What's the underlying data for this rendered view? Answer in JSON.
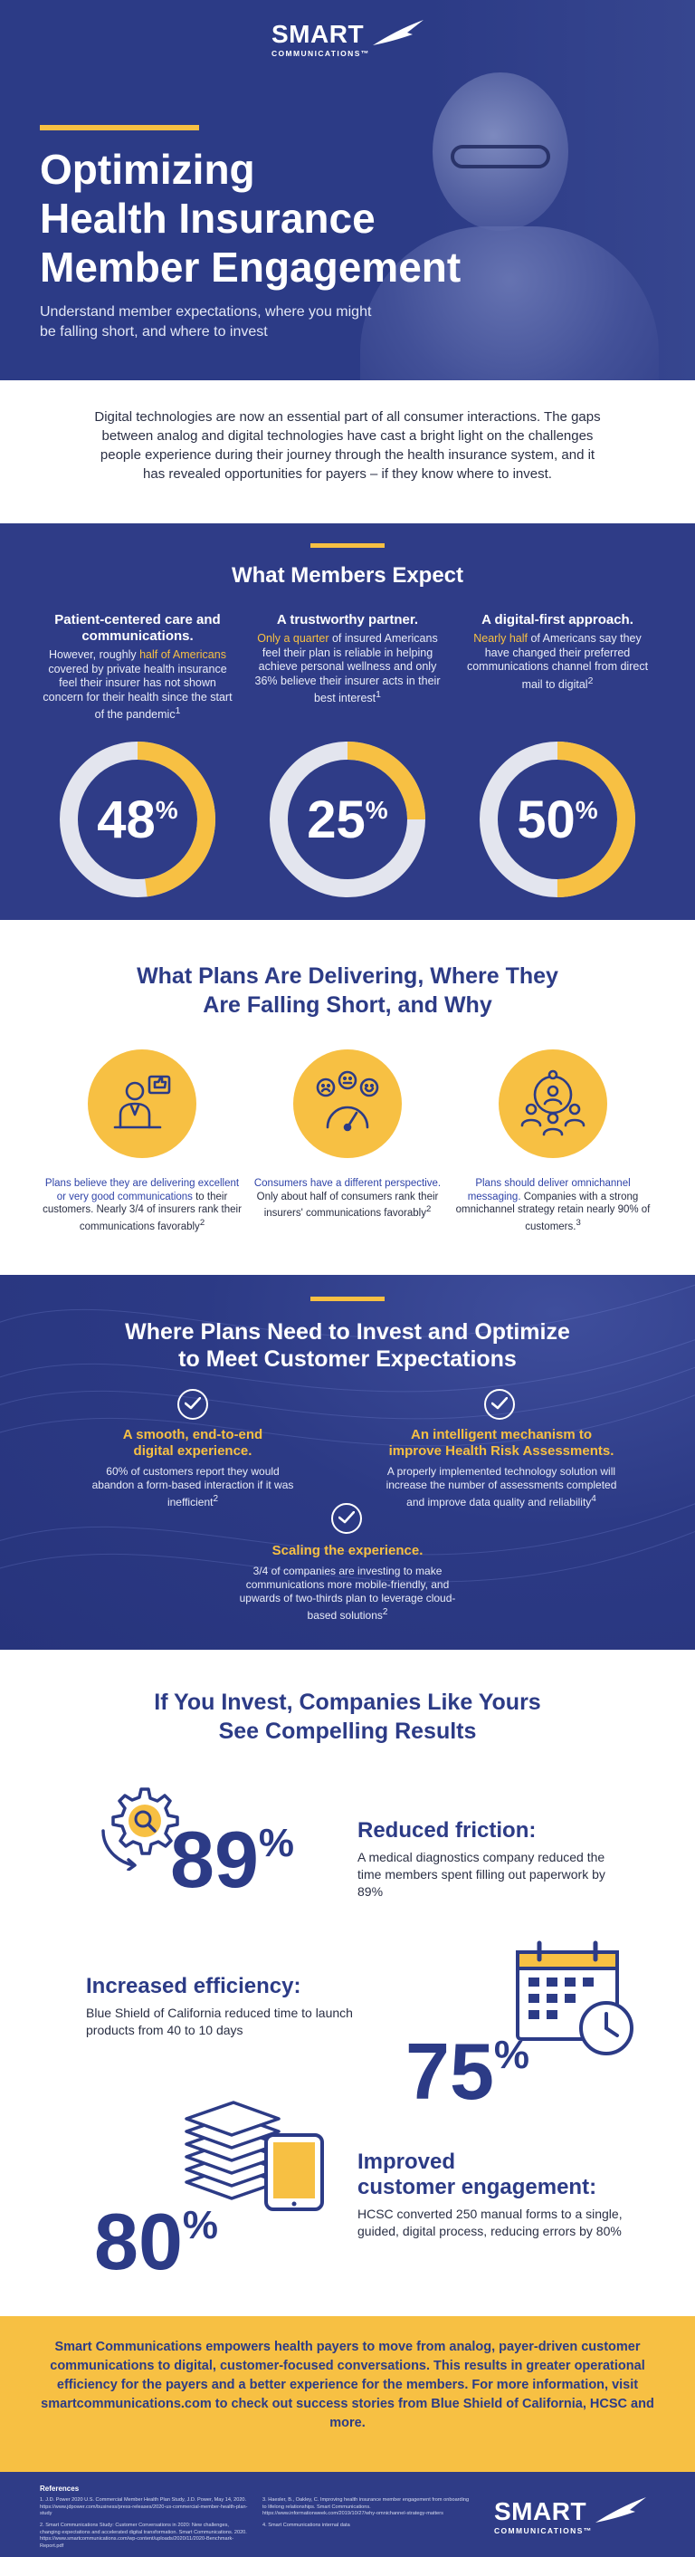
{
  "brand": {
    "logo_word": "SMART",
    "logo_sub": "COMMUNICATIONS™",
    "accent": "#f7c043",
    "navy": "#2c3b86"
  },
  "hero": {
    "title_line1": "Optimizing",
    "title_line2": "Health Insurance",
    "title_line3": "Member Engagement",
    "subtitle": "Understand member expectations, where you might be falling short, and where to invest"
  },
  "intro": {
    "text": "Digital technologies are now an essential part of all consumer interactions. The gaps between analog and digital technologies have cast a bright light on the challenges people experience during their journey through the health insurance system, and it has revealed opportunities for payers – if they know where to invest."
  },
  "expect": {
    "title": "What Members Expect",
    "columns": [
      {
        "heading": "Patient-centered care and communications.",
        "pre": "However, roughly ",
        "highlight": "half of Americans",
        "post": " covered by private health insurance feel their insurer has not shown concern for their health since the start of the pandemic",
        "ref": "1",
        "percent": 48,
        "percent_label": "48",
        "percent_sign": "%"
      },
      {
        "heading": "A trustworthy partner.",
        "pre": "",
        "highlight": "Only a quarter",
        "post": " of insured Americans feel their plan is reliable in helping achieve personal wellness and only 36% believe their insurer acts in their best interest",
        "ref": "1",
        "percent": 25,
        "percent_label": "25",
        "percent_sign": "%"
      },
      {
        "heading": "A digital-first approach.",
        "pre": "",
        "highlight": "Nearly half",
        "post": " of Americans say they have changed their preferred communications channel from direct mail to digital",
        "ref": "2",
        "percent": 50,
        "percent_label": "50",
        "percent_sign": "%"
      }
    ]
  },
  "deliver": {
    "title_line1": "What Plans Are Delivering, Where They",
    "title_line2": "Are Falling Short, and Why",
    "items": [
      {
        "icon": "presenter-thumbs-up-icon",
        "blue": "Plans believe they are delivering excellent or very good communications",
        "rest": " to their customers. Nearly 3/4 of insurers rank their communications favorably",
        "ref": "2"
      },
      {
        "icon": "sentiment-gauge-icon",
        "blue": "Consumers have a different perspective.",
        "rest": " Only about half of consumers rank their insurers' communications favorably",
        "ref": "2"
      },
      {
        "icon": "omnichannel-person-icon",
        "blue": "Plans should deliver omnichannel messaging.",
        "rest": " Companies with a strong omnichannel strategy retain nearly 90% of customers.",
        "ref": "3"
      }
    ]
  },
  "invest": {
    "title_line1": "Where Plans Need to Invest and Optimize",
    "title_line2": "to Meet Customer Expectations",
    "items": [
      {
        "heading_line1": "A smooth, end-to-end",
        "heading_line2": "digital experience.",
        "text": "60% of customers report they would abandon a form-based interaction if it was inefficient",
        "ref": "2"
      },
      {
        "heading_line1": "An intelligent mechanism to",
        "heading_line2": "improve Health Risk Assessments.",
        "text": "A properly implemented technology solution will increase the number of assessments completed and improve data quality and reliability",
        "ref": "4"
      },
      {
        "heading_line1": "Scaling the experience.",
        "heading_line2": "",
        "text": "3/4 of companies are investing to make communications more mobile-friendly, and upwards of two-thirds plan to leverage cloud-based solutions",
        "ref": "2"
      }
    ]
  },
  "results": {
    "title_line1": "If You Invest, Companies Like Yours",
    "title_line2": "See Compelling Results",
    "items": [
      {
        "value": "89",
        "sign": "%",
        "heading": "Reduced friction:",
        "text": "A medical diagnostics company reduced the time members spent filling out paperwork by 89%",
        "icon": "gear-search-icon"
      },
      {
        "value": "75",
        "sign": "%",
        "heading": "Increased efficiency:",
        "text": "Blue Shield of California reduced time to launch products from 40 to 10 days",
        "icon": "calendar-clock-icon"
      },
      {
        "value": "80",
        "sign": "%",
        "heading_line1": "Improved",
        "heading_line2": "customer engagement:",
        "text": "HCSC converted 250 manual forms to a single, guided, digital process, reducing errors by 80%",
        "icon": "paper-stack-tablet-icon"
      }
    ]
  },
  "cta": {
    "text": "Smart Communications empowers health payers to move from analog, payer-driven customer communications to digital, customer-focused conversations. This results in greater operational efficiency for the payers and a better experience for the members. For more information, visit smartcommunications.com to check out success stories from Blue Shield of California, HCSC and more."
  },
  "footer": {
    "references_title": "References",
    "refs": [
      "1. J.D. Power 2020 U.S. Commercial Member Health Plan Study, J.D. Power, May 14, 2020. https://www.jdpower.com/business/press-releases/2020-us-commercial-member-health-plan-study",
      "2. Smart Communications Study: Customer Conversations in 2020: New challenges, changing expectations and accelerated digital transformation. Smart Communications. 2020. https://www.smartcommunications.com/wp-content/uploads/2020/11/2020-Benchmark-Report.pdf",
      "3. Haesler, B., Oakley, C. Improving health insurance member engagement from onboarding to lifelong relationships. Smart Communications. https://www.informationweek.com/2019/10/27/why-omnichannel-strategy-matters",
      "4. Smart Communications internal data"
    ]
  }
}
